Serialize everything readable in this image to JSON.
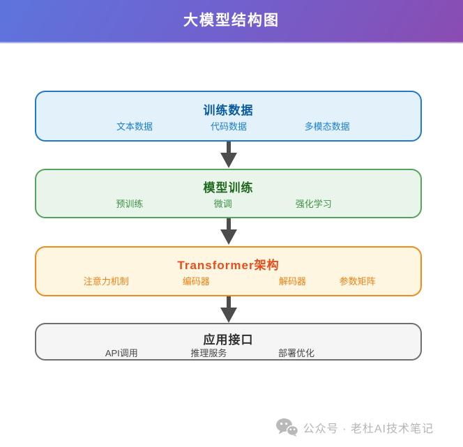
{
  "header": {
    "title": "大模型结构图"
  },
  "boxes": [
    {
      "title": "训练数据",
      "items": [
        "文本数据",
        "代码数据",
        "多模态数据"
      ],
      "theme": {
        "bg": "#e3f1fb",
        "border": "#2279c9",
        "title_color": "#0a5aa0",
        "item_color": "#1b7ed0"
      }
    },
    {
      "title": "模型训练",
      "items": [
        "预训练",
        "微调",
        "强化学习"
      ],
      "theme": {
        "bg": "#e9f5ea",
        "border": "#55a35c",
        "title_color": "#21691f",
        "item_color": "#3f8f46"
      }
    },
    {
      "title": "Transformer架构",
      "items": [
        "注意力机制",
        "编码器",
        "解码器",
        "参数矩阵"
      ],
      "theme": {
        "bg": "#fff6e2",
        "border": "#f08a1d",
        "title_color": "#e54d1a",
        "item_color": "#ee8111"
      }
    },
    {
      "title": "应用接口",
      "items": [
        "API调用",
        "推理服务",
        "部署优化"
      ],
      "theme": {
        "bg": "#f5f5f6",
        "border": "#6f6f6f",
        "title_color": "#2f2f2f",
        "item_color": "#474747"
      }
    }
  ],
  "footer": {
    "watermark": "公众号 · 老杜AI技术笔记"
  },
  "icons": {
    "wechat": "wechat-logo-icon"
  },
  "colors": {
    "header_gradient_start": "#5e74dd",
    "header_gradient_end": "#8a4cb2",
    "arrow": "#4d4d4d",
    "watermark_text": "#b5b5b5"
  }
}
